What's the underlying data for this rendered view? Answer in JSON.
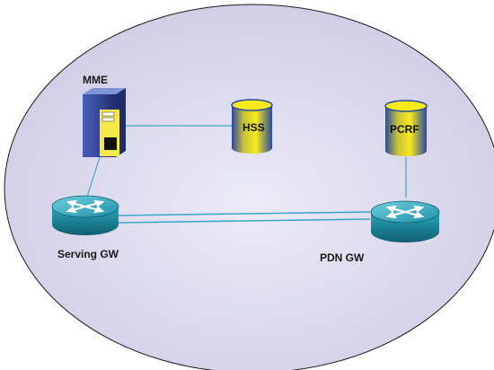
{
  "diagram": {
    "labels": {
      "mme": "MME",
      "hss": "HSS",
      "pcrf": "PCRF",
      "serving_gw": "Serving GW",
      "pdn_gw": "PDN GW"
    },
    "colors": {
      "ellipse_fill": "#dcd8ee",
      "ellipse_stroke": "#1a1a1a",
      "link": "#3fa7c8",
      "router_body": "#1f8fa6",
      "router_dark": "#0f5f70",
      "server_body": "#2d3f8c",
      "cylinder_yellow": "#f2e20f",
      "cylinder_blue": "#2a4aa0"
    },
    "nodes": [
      {
        "id": "mme",
        "type": "server-icon"
      },
      {
        "id": "hss",
        "type": "database-icon"
      },
      {
        "id": "pcrf",
        "type": "database-icon"
      },
      {
        "id": "serving_gw",
        "type": "router-icon"
      },
      {
        "id": "pdn_gw",
        "type": "router-icon"
      }
    ],
    "links": [
      {
        "from": "mme",
        "to": "hss"
      },
      {
        "from": "mme",
        "to": "serving_gw"
      },
      {
        "from": "pcrf",
        "to": "pdn_gw"
      },
      {
        "from": "serving_gw",
        "to": "pdn_gw",
        "style": "double"
      }
    ]
  }
}
